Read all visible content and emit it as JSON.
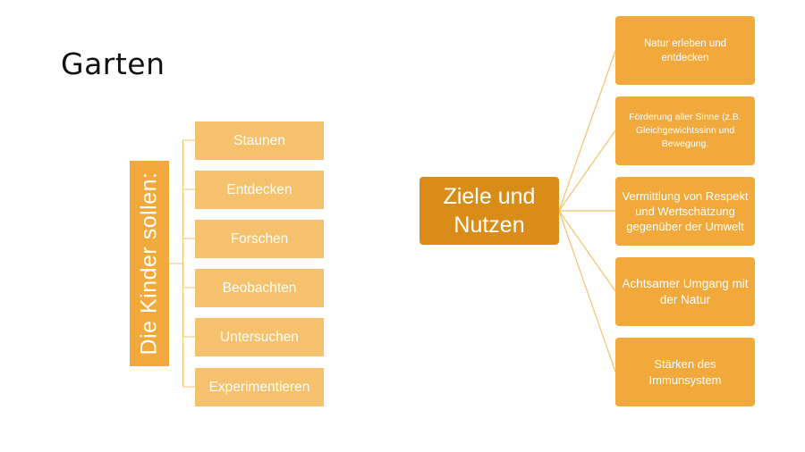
{
  "title": "Garten",
  "left_diagram": {
    "vertical_label": "Die Kinder sollen:",
    "items": [
      "Staunen",
      "Entdecken",
      "Forschen",
      "Beobachten",
      "Untersuchen",
      "Experimentieren"
    ]
  },
  "right_diagram": {
    "hub": "Ziele und Nutzen",
    "items": [
      "Natur erleben und entdecken",
      "Förderung aller Sinne (z.B. Gleichgewichtssinn und Bewegung.",
      "Vermittlung von Respekt und Wertschätzung gegenüber der Umwelt",
      "Achtsamer Umgang mit der Natur",
      "Stärken des Immunsystem"
    ]
  },
  "colors": {
    "vertical_label_fill": "#F2A93B",
    "left_box_fill": "#F6C16C",
    "hub_fill": "#D98D18",
    "right_box_fill": "#F2A93B",
    "connector_stroke": "#F6C16C"
  }
}
